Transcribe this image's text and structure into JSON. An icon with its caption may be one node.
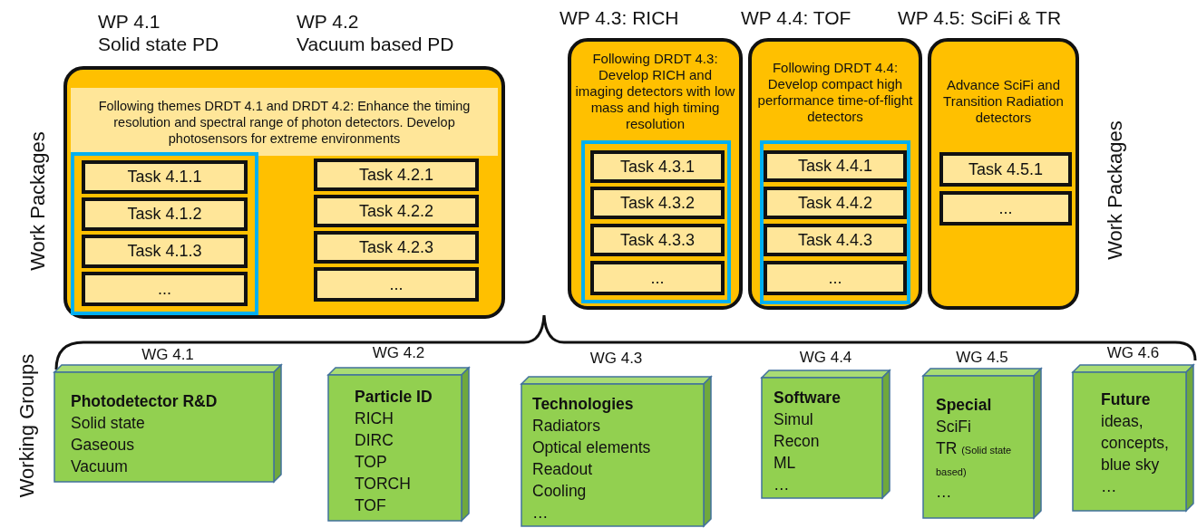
{
  "diagram": {
    "nodes": [
      {
        "text": [
          "WP 4.1",
          "Solid state PD",
          "WP 4.2",
          "Vacuum based PD",
          "Following themes DRDT 4.1 and DRDT 4.2: Enhance the timing resolution and spectral range of photon detectors. Develop photosensors for extreme environments"
        ]
      },
      {
        "text": [],
        "shape": "box",
        "in": 0
      },
      {
        "text": [
          "Task 4.1.1"
        ],
        "in": 1
      },
      {
        "text": [
          "Task 4.1.2"
        ],
        "in": 1
      },
      {
        "text": [
          "Task 4.1.3"
        ],
        "in": 1
      },
      {
        "text": [
          "..."
        ],
        "in": 1
      },
      {
        "text": [
          "Task 4.2.1"
        ],
        "in": 0
      },
      {
        "text": [
          "Task 4.2.2"
        ],
        "in": 0
      },
      {
        "text": [
          "Task 4.2.3"
        ],
        "in": 0
      },
      {
        "text": [
          "..."
        ],
        "in": 0
      },
      {
        "text": [
          "WP 4.3: RICH",
          "Following DRDT 4.3: Develop RICH and imaging detectors with low mass and high timing resolution"
        ]
      },
      {
        "text": [],
        "shape": "box",
        "in": 10
      },
      {
        "text": [
          "Task 4.3.1"
        ],
        "in": 11
      },
      {
        "text": [
          "Task 4.3.2"
        ],
        "in": 11
      },
      {
        "text": [
          "Task 4.3.3"
        ],
        "in": 11
      },
      {
        "text": [
          "..."
        ],
        "in": 11
      },
      {
        "text": [
          "WP 4.4: TOF",
          "Following DRDT 4.4: Develop compact high performance time-of-flight detectors"
        ]
      },
      {
        "text": [],
        "shape": "box",
        "in": 16
      },
      {
        "text": [
          "Task 4.4.1"
        ],
        "in": 17
      },
      {
        "text": [
          "Task 4.4.2"
        ],
        "in": 17
      },
      {
        "text": [
          "Task 4.4.3"
        ],
        "in": 17
      },
      {
        "text": [
          "..."
        ],
        "in": 17
      },
      {
        "text": [
          "WP 4.5: SciFi & TR",
          "Advance SciFi and Transition Radiation detectors"
        ]
      },
      {
        "text": [
          "Task 4.5.1"
        ],
        "in": 22
      },
      {
        "text": [
          "..."
        ],
        "in": 22
      },
      {
        "text": [
          "WG 4.1",
          "Photodetector R&D",
          "Solid state",
          "Gaseous",
          "Vacuum"
        ]
      },
      {
        "text": [
          "WG 4.2",
          "Particle ID",
          "RICH",
          "DIRC",
          "TOP",
          "TORCH",
          "TOF"
        ]
      },
      {
        "text": [
          "WG 4.3",
          "Technologies",
          "Radiators",
          "Optical elements",
          "Readout",
          "Cooling",
          "…"
        ]
      },
      {
        "text": [
          "WG 4.4",
          "Software",
          "Simul",
          "Recon",
          "ML",
          "…"
        ]
      },
      {
        "text": [
          "WG 4.5",
          "Special",
          "SciFi",
          "TR",
          "(Solid state based)",
          "…"
        ]
      },
      {
        "text": [
          "WG 4.6",
          "Future",
          "ideas, concepts, blue sky",
          "…"
        ]
      }
    ],
    "labels": [
      "Work Packages",
      "Work Packages",
      "Working Groups"
    ]
  }
}
